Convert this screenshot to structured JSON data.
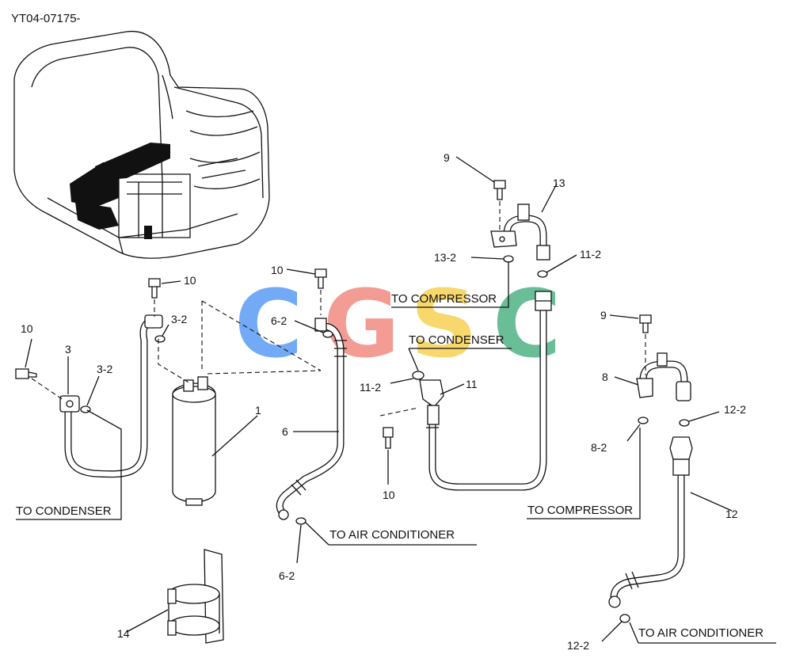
{
  "diagram": {
    "code": "YT04-07175-",
    "watermark": [
      "C",
      "G",
      "S",
      "C"
    ],
    "colors": {
      "wm_c1": "#5b9cf4",
      "wm_g": "#f28b82",
      "wm_s": "#f7d154",
      "wm_c2": "#4fb386",
      "line": "#111111"
    },
    "callouts": {
      "p1": "1",
      "p3": "3",
      "p3_2a": "3-2",
      "p3_2b": "3-2",
      "p6": "6",
      "p6_2a": "6-2",
      "p6_2b": "6-2",
      "p8": "8",
      "p8_2": "8-2",
      "p9a": "9",
      "p9b": "9",
      "p10a": "10",
      "p10b": "10",
      "p10c": "10",
      "p10d": "10",
      "p11": "11",
      "p11_2a": "11-2",
      "p11_2b": "11-2",
      "p12": "12",
      "p12_2a": "12-2",
      "p12_2b": "12-2",
      "p13": "13",
      "p13_2": "13-2",
      "p14": "14"
    },
    "notes": {
      "to_condenser_left": "TO CONDENSER",
      "to_condenser_mid": "TO CONDENSER",
      "to_compressor_top": "TO COMPRESSOR",
      "to_compressor_right": "TO COMPRESSOR",
      "to_air_conditioner_mid": "TO AIR CONDITIONER",
      "to_air_conditioner_right": "TO AIR CONDITIONER"
    }
  }
}
